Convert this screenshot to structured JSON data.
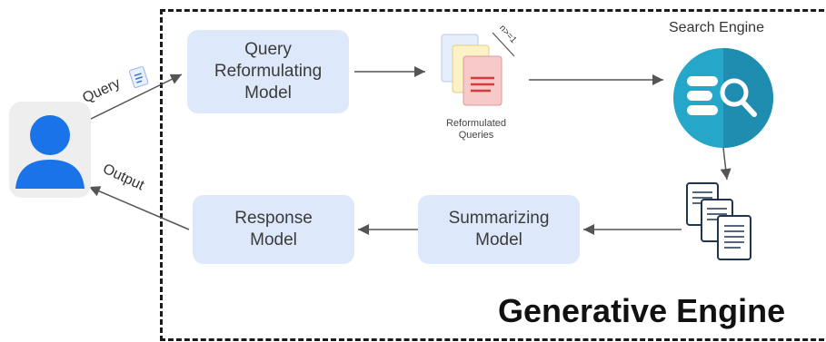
{
  "engine_label": "Generative Engine",
  "search_engine_label": "Search Engine",
  "query_label": "Query",
  "output_label": "Output",
  "nodes": {
    "reformulator": [
      "Query",
      "Reformulating",
      "Model"
    ],
    "summarizer": [
      "Summarizing",
      "Model"
    ],
    "responder": [
      "Response",
      "Model"
    ]
  },
  "reformulated_label": [
    "Reformulated",
    "Queries"
  ],
  "count_label": "n>=1",
  "colors": {
    "box_fill": "#dde8fa",
    "user_blue": "#1a73e8",
    "search_teal": "#25a7c9",
    "arrow": "#555555",
    "frame": "#1a1a1a"
  }
}
